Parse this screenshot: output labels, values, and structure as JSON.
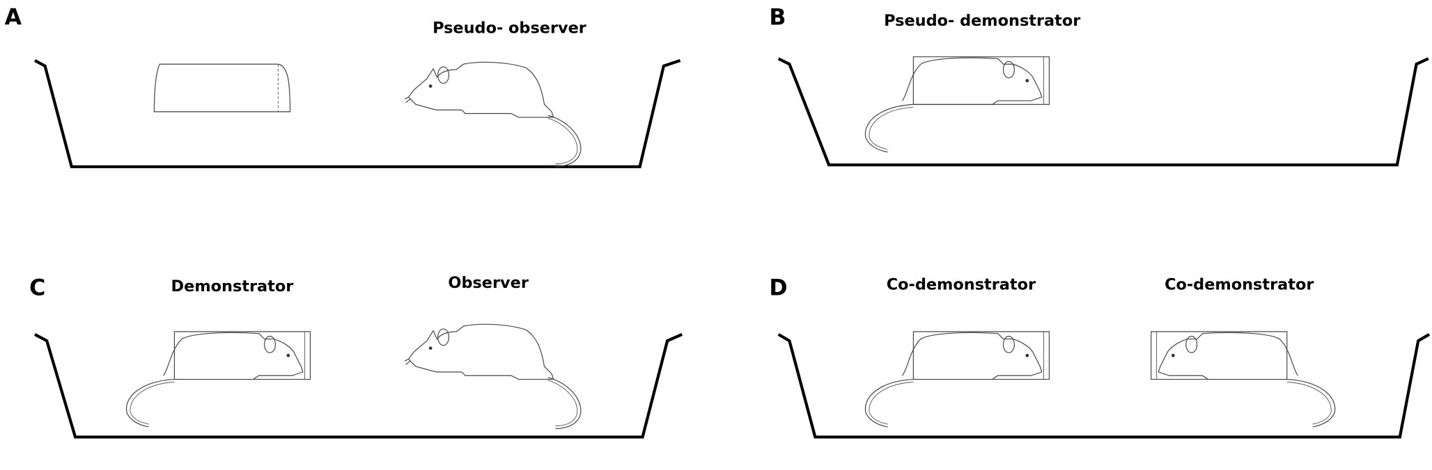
{
  "panels": [
    {
      "letter": "A",
      "labels": [
        "Pseudo- observer"
      ]
    },
    {
      "letter": "B",
      "labels": [
        "Pseudo- demonstrator"
      ]
    },
    {
      "letter": "C",
      "labels": [
        "Demonstrator",
        "Observer"
      ]
    },
    {
      "letter": "D",
      "labels": [
        "Co-demonstrator",
        "Co-demonstrator"
      ]
    }
  ]
}
